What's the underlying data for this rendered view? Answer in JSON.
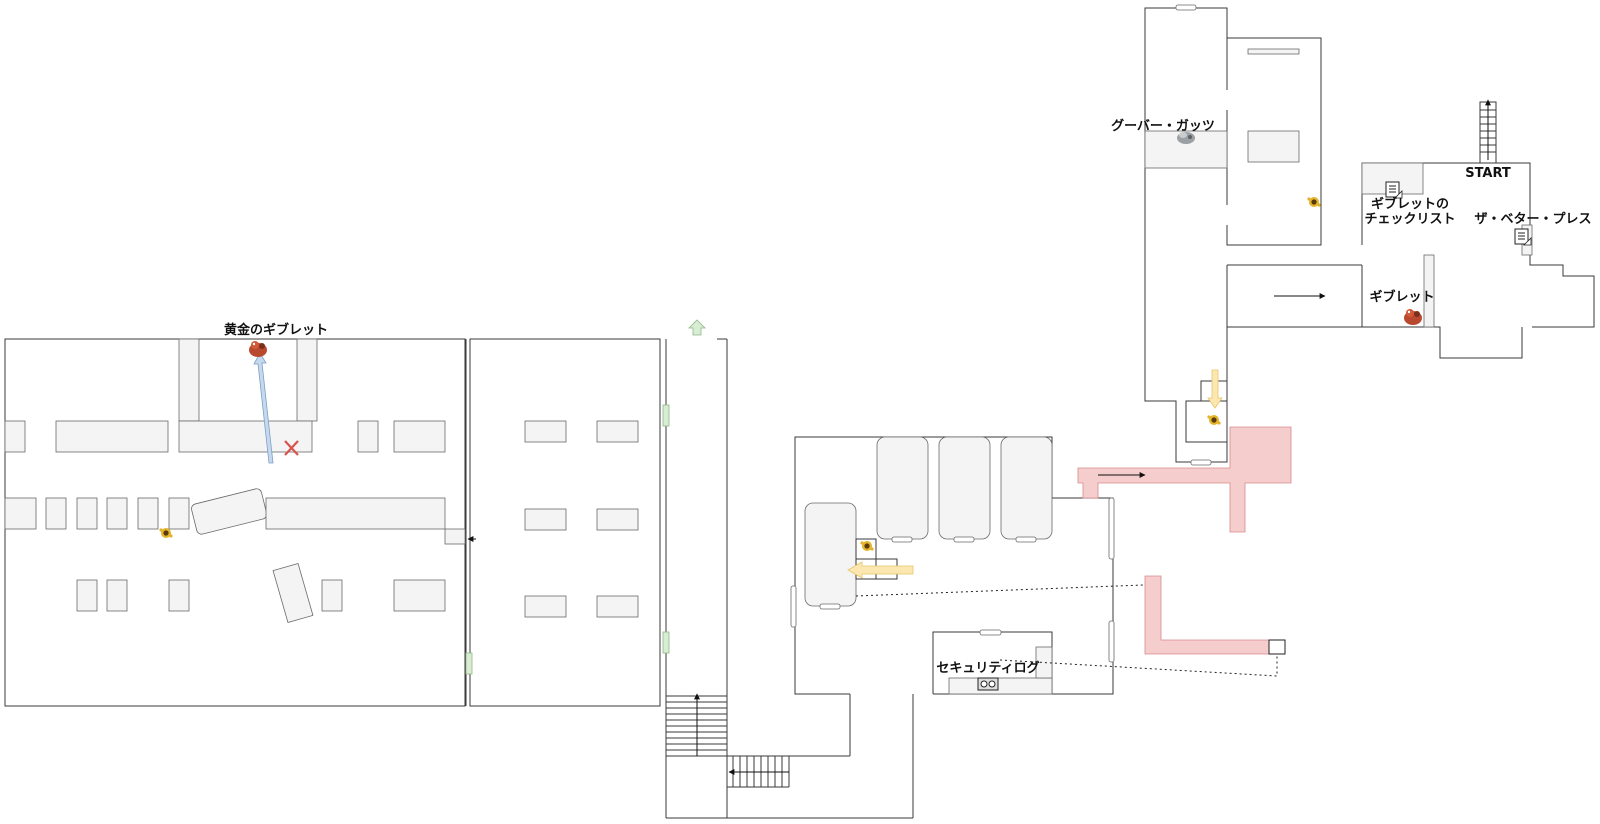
{
  "labels": {
    "golden_giblet": "黄金のギブレット",
    "goober_gutz": "グーバー・ガッツ",
    "start": "START",
    "giblet_checklist_line1": "ギブレットの",
    "giblet_checklist_line2": "チェックリスト",
    "the_better_press": "ザ・ベター・プレス",
    "giblet": "ギブレット",
    "security_log": "セキュリティログ"
  },
  "icons": {
    "note": "note-icon",
    "giblet_creature": "giblet-creature-icon",
    "goober_gutz": "goober-gutz-icon",
    "enemy": "sunflower-enemy-icon",
    "objective": "x-mark-icon",
    "security_camera": "security-camera-icon"
  },
  "colors": {
    "wall": "#3a3a3a",
    "furniture": "#f4f4f4",
    "highlight_corridor": "#f6cdcd",
    "green_door": "#d9ecd4",
    "yellow_arrow": "#fde7b0",
    "blue_arrow": "#c6d8ee",
    "x_mark": "#d9534f"
  }
}
